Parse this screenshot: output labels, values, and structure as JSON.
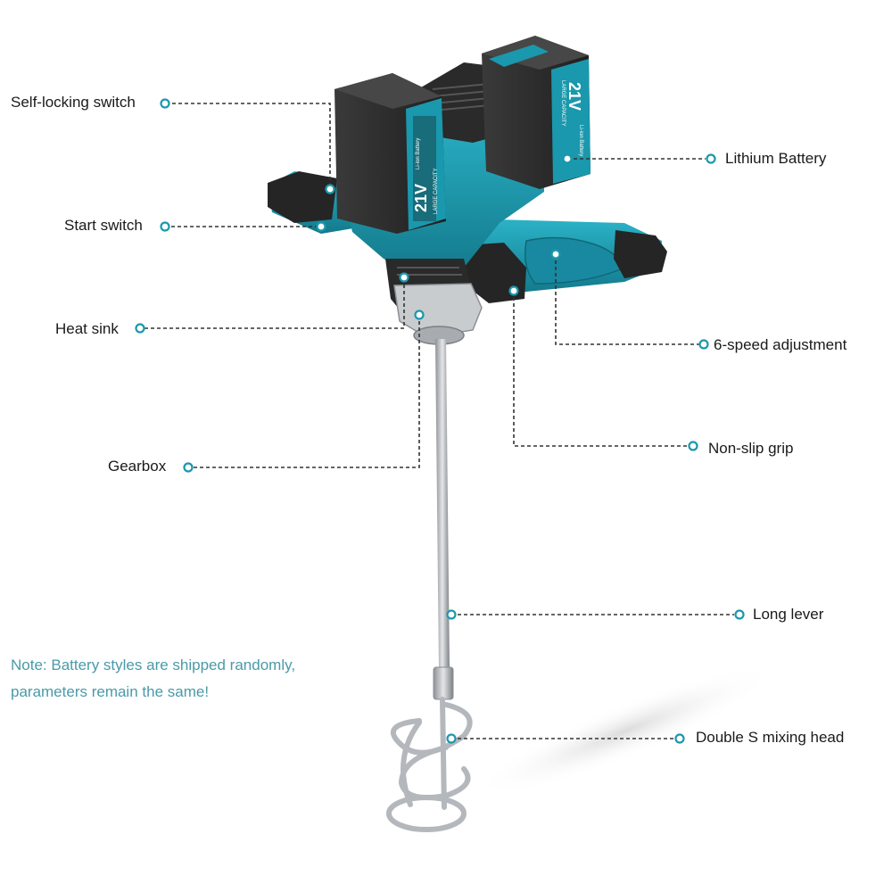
{
  "colors": {
    "accent": "#1a98ad",
    "dark": "#2a2a2a",
    "leader": "#333333",
    "note": "#4a9aa8",
    "metal": "#b8bcc0"
  },
  "product": {
    "battery_left": {
      "voltage": "21V",
      "small_text": "LARGE CAPACITY",
      "brand_text": "Li-ion Battery"
    },
    "battery_right": {
      "voltage": "21V",
      "small_text": "LARGE CAPACITY",
      "brand_text": "Li-ion Battery"
    }
  },
  "callouts": {
    "self_locking_switch": "Self-locking switch",
    "start_switch": "Start switch",
    "heat_sink": "Heat sink",
    "gearbox": "Gearbox",
    "lithium_battery": "Lithium Battery",
    "speed_adjustment": "6-speed adjustment",
    "non_slip_grip": "Non-slip grip",
    "long_lever": "Long lever",
    "mixing_head": "Double S mixing head"
  },
  "note": {
    "line1": "Note: Battery styles are shipped randomly,",
    "line2": "parameters remain the same!"
  }
}
